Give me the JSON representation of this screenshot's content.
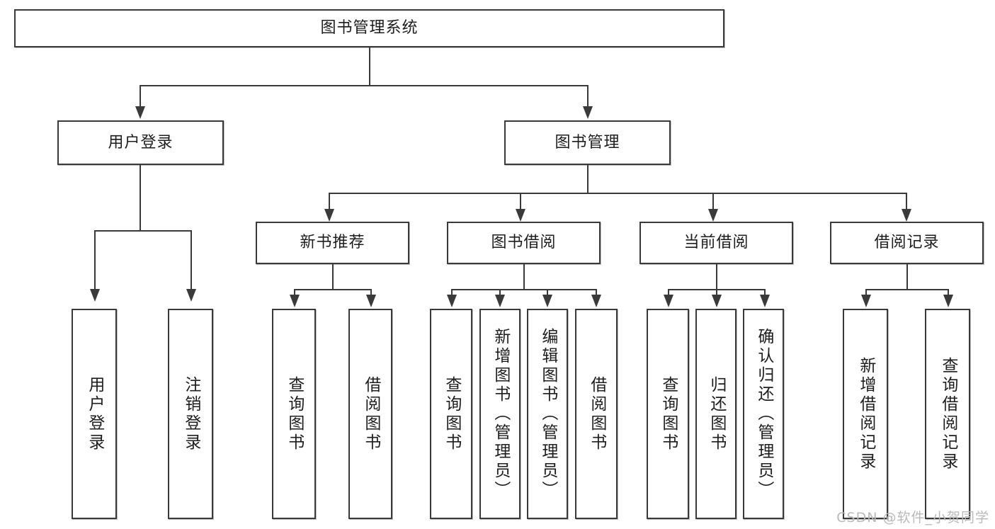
{
  "diagram": {
    "title": "图书管理系统",
    "type": "tree",
    "nodes": {
      "root": {
        "label": "图书管理系统"
      },
      "level2": [
        {
          "id": "user-login",
          "label": "用户登录"
        },
        {
          "id": "book-manage",
          "label": "图书管理"
        }
      ],
      "level3": [
        {
          "id": "new-book-recommend",
          "label": "新书推荐"
        },
        {
          "id": "book-borrow",
          "label": "图书借阅"
        },
        {
          "id": "current-borrow",
          "label": "当前借阅"
        },
        {
          "id": "borrow-record",
          "label": "借阅记录"
        }
      ],
      "leaves": {
        "user_login": [
          {
            "id": "leaf-user-login",
            "label": "用户登录"
          },
          {
            "id": "leaf-logout-login",
            "label": "注销登录"
          }
        ],
        "new_book_recommend": [
          {
            "id": "leaf-query-book-1",
            "label": "查询图书"
          },
          {
            "id": "leaf-borrow-book-1",
            "label": "借阅图书"
          }
        ],
        "book_borrow": [
          {
            "id": "leaf-query-book-2",
            "label": "查询图书"
          },
          {
            "id": "leaf-add-book",
            "label": "新增图书（管理员）"
          },
          {
            "id": "leaf-edit-book",
            "label": "编辑图书（管理员）"
          },
          {
            "id": "leaf-borrow-book-2",
            "label": "借阅图书"
          }
        ],
        "current_borrow": [
          {
            "id": "leaf-query-book-3",
            "label": "查询图书"
          },
          {
            "id": "leaf-return-book",
            "label": "归还图书"
          },
          {
            "id": "leaf-confirm-return",
            "label": "确认归还（管理员）"
          }
        ],
        "borrow_record": [
          {
            "id": "leaf-add-record",
            "label": "新增借阅记录"
          },
          {
            "id": "leaf-query-record",
            "label": "查询借阅记录"
          }
        ]
      }
    },
    "colors": {
      "box_border": "#3a3a3a",
      "box_fill": "#ffffff",
      "connector": "#3a3a3a",
      "text": "#1d1d1d",
      "watermark": "#b9b9b9"
    }
  },
  "watermark": {
    "text": "CSDN @软件_小贺同学"
  }
}
